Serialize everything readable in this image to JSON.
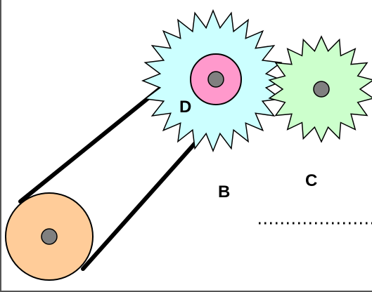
{
  "labels": {
    "gear_b": "B",
    "gear_c": "C",
    "pulley_d": "D"
  },
  "colors": {
    "gear_b_fill": "#ccffff",
    "gear_c_fill": "#ccffcc",
    "pulley_d_fill": "#ff99cc",
    "drive_pulley_fill": "#ffcc99",
    "axle_fill": "#808080",
    "outline": "#000000"
  },
  "parts": {
    "gear_b_teeth": 24,
    "gear_c_teeth": 18
  }
}
